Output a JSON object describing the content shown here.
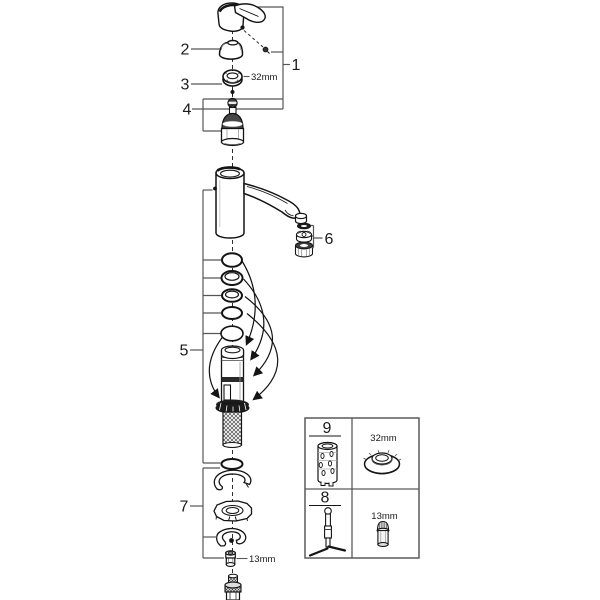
{
  "diagram": {
    "background": "#ffffff",
    "line_color": "#141414",
    "bracket_color": "#565656",
    "callouts": {
      "handle_group": "1",
      "cap": "2",
      "mounting_ring": "3",
      "cartridge_group": "4",
      "body_seals_group": "5",
      "aerator_group": "6",
      "mounting_hardware_group": "7",
      "tool_pin": "8",
      "tool_socket": "9"
    },
    "dimensions": {
      "mounting_ring_size": "32mm",
      "mounting_nut_size": "13mm",
      "inset_ring_size": "32mm",
      "inset_socket_size": "13mm"
    }
  }
}
